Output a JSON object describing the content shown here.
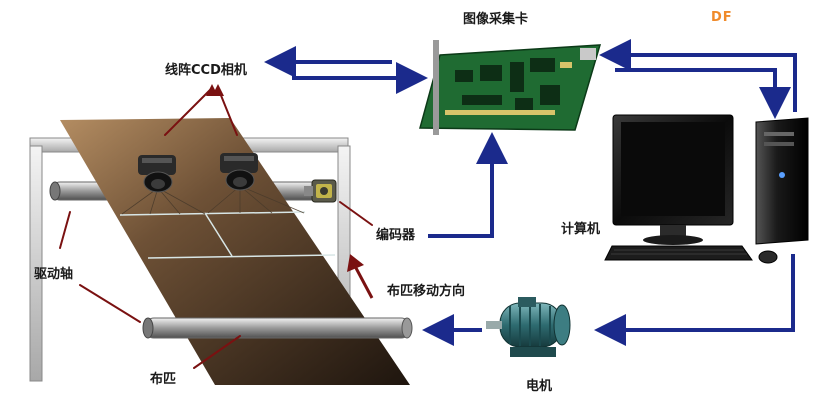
{
  "watermark": "DF",
  "labels": {
    "capture_card": "图像采集卡",
    "ccd_camera": "线阵CCD相机",
    "encoder": "编码器",
    "computer": "计算机",
    "drive_shaft": "驱动轴",
    "fabric_direction": "布匹移动方向",
    "fabric": "布匹",
    "motor": "电机"
  },
  "colors": {
    "arrow_blue": "#1b2a8c",
    "arrow_red": "#7a1111",
    "fabric": "#3b2c1e",
    "fabric_light": "#8a6a48",
    "frame": "#d9d9d9",
    "pcb": "#1f6b32",
    "motor": "#2f6f74"
  }
}
